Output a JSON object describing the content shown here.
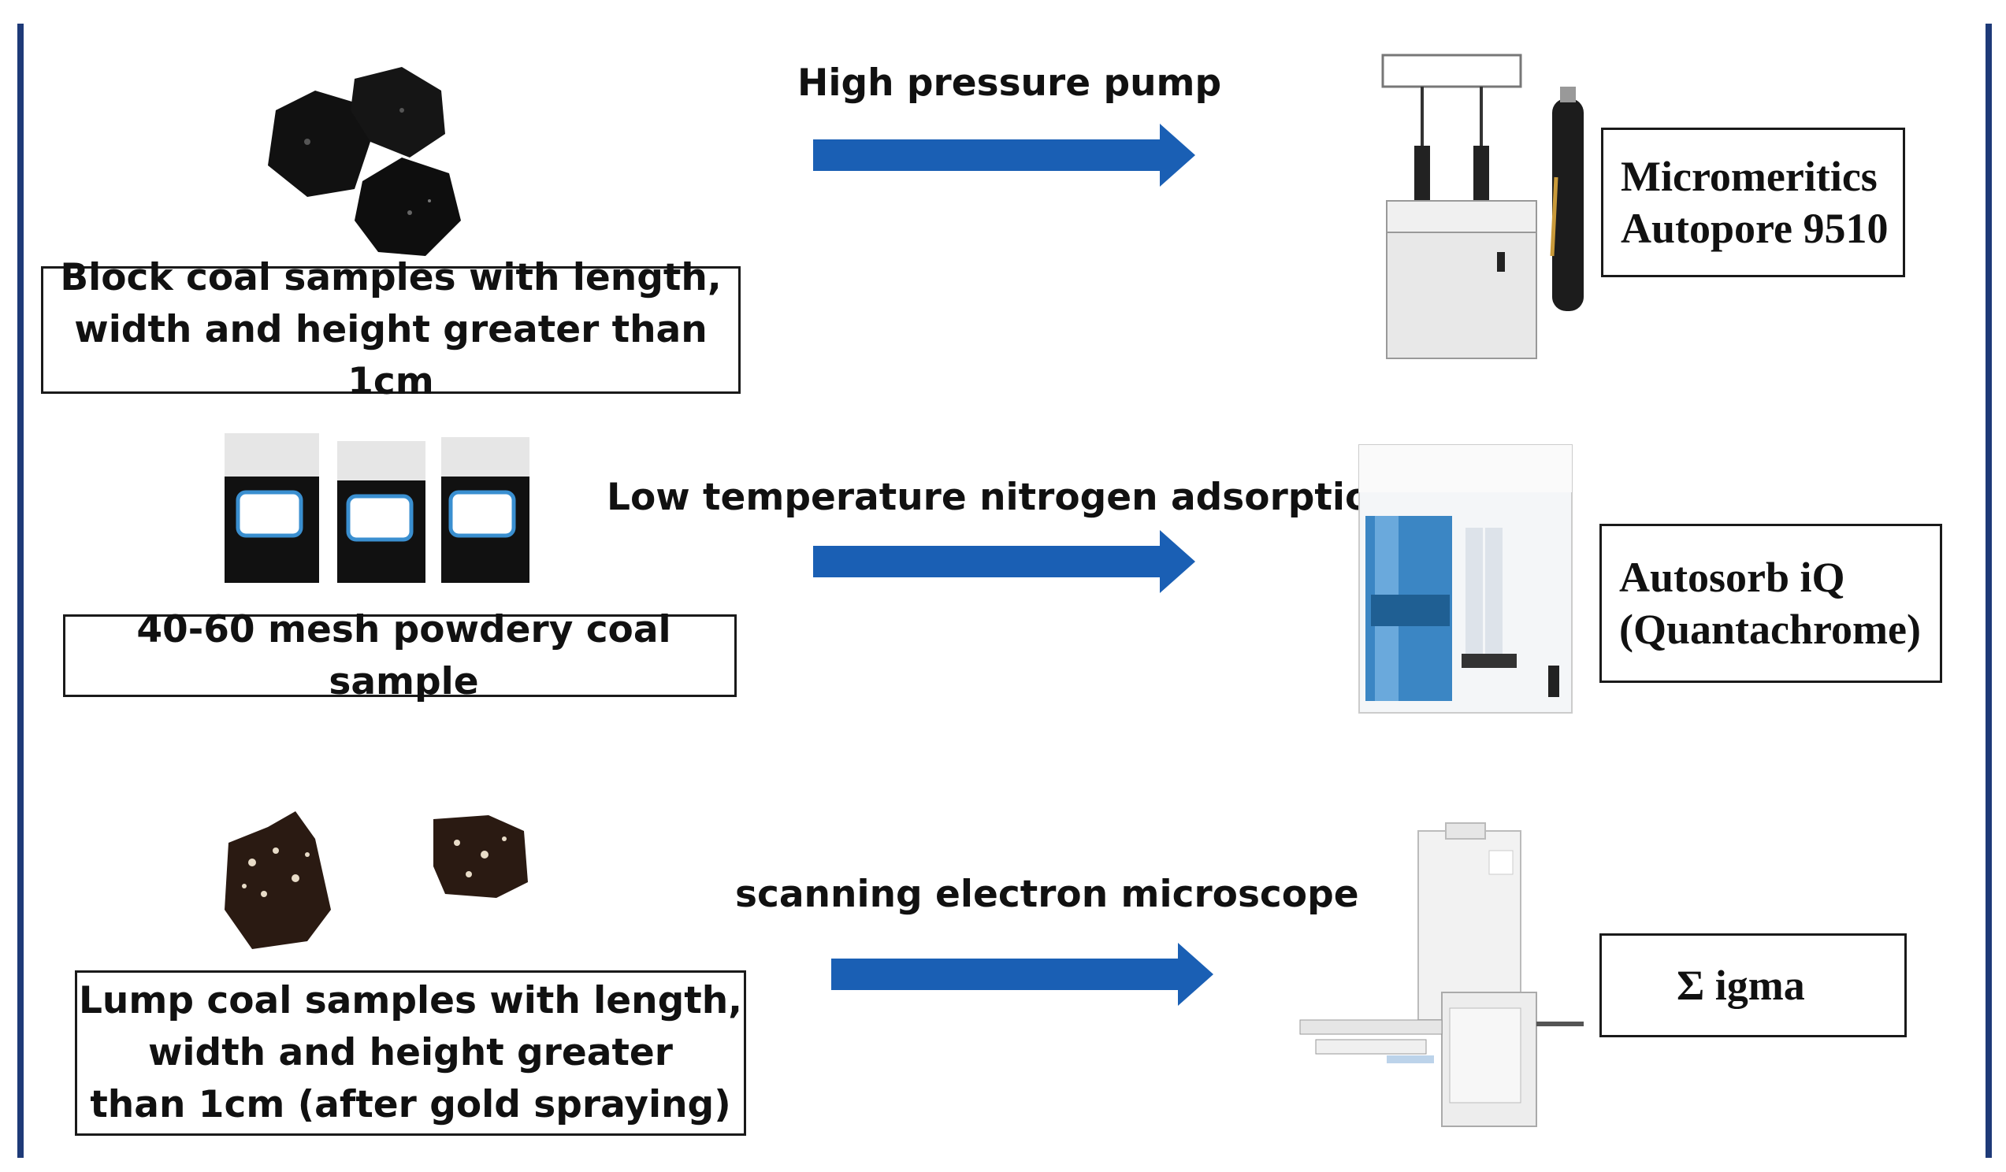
{
  "rows": [
    {
      "sample_text_1": "Block coal samples with length,",
      "sample_text_2": "width and height greater than 1cm",
      "method": "High pressure pump",
      "instrument_1": "Micromeritics",
      "instrument_2": "Autopore 9510"
    },
    {
      "sample_text_1": "40-60 mesh powdery coal sample",
      "method": "Low temperature nitrogen adsorption",
      "instrument_1": "Autosorb iQ",
      "instrument_2": "(Quantachrome)"
    },
    {
      "sample_text_1": "Lump coal samples with length,",
      "sample_text_2": "width and height greater",
      "sample_text_3": "than 1cm (after gold spraying)",
      "method": "scanning electron microscope",
      "instrument_1": "Σ igma"
    }
  ],
  "colors": {
    "arrow": "#1a5fb4",
    "frame_line": "#1e3a78",
    "box_border": "#1a1a1a"
  },
  "images": [
    "block-coal-photo",
    "coal-bags-photo",
    "gold-sprayed-coal-photo",
    "porosimeter-photo",
    "adsorption-analyzer-photo",
    "sem-photo"
  ]
}
